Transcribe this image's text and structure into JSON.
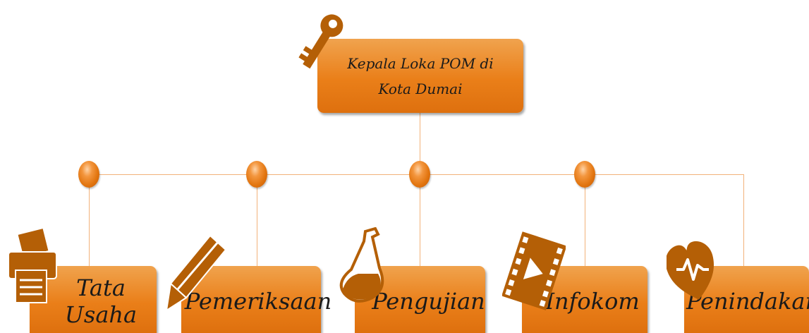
{
  "diagram": {
    "head": {
      "label": "Kepala Loka POM di Kota Dumai",
      "icon": "key-icon"
    },
    "units": [
      {
        "label": "Tata Usaha",
        "icon": "printer-icon"
      },
      {
        "label": "Pemeriksaan",
        "icon": "pencil-icon"
      },
      {
        "label": "Pengujian",
        "icon": "flask-icon"
      },
      {
        "label": "Infokom",
        "icon": "film-icon"
      },
      {
        "label": "Penindakan",
        "icon": "heart-pulse-icon"
      }
    ],
    "colors": {
      "box": "#ea7f19",
      "icon": "#b45f06",
      "connector": "#f2b27a"
    }
  }
}
